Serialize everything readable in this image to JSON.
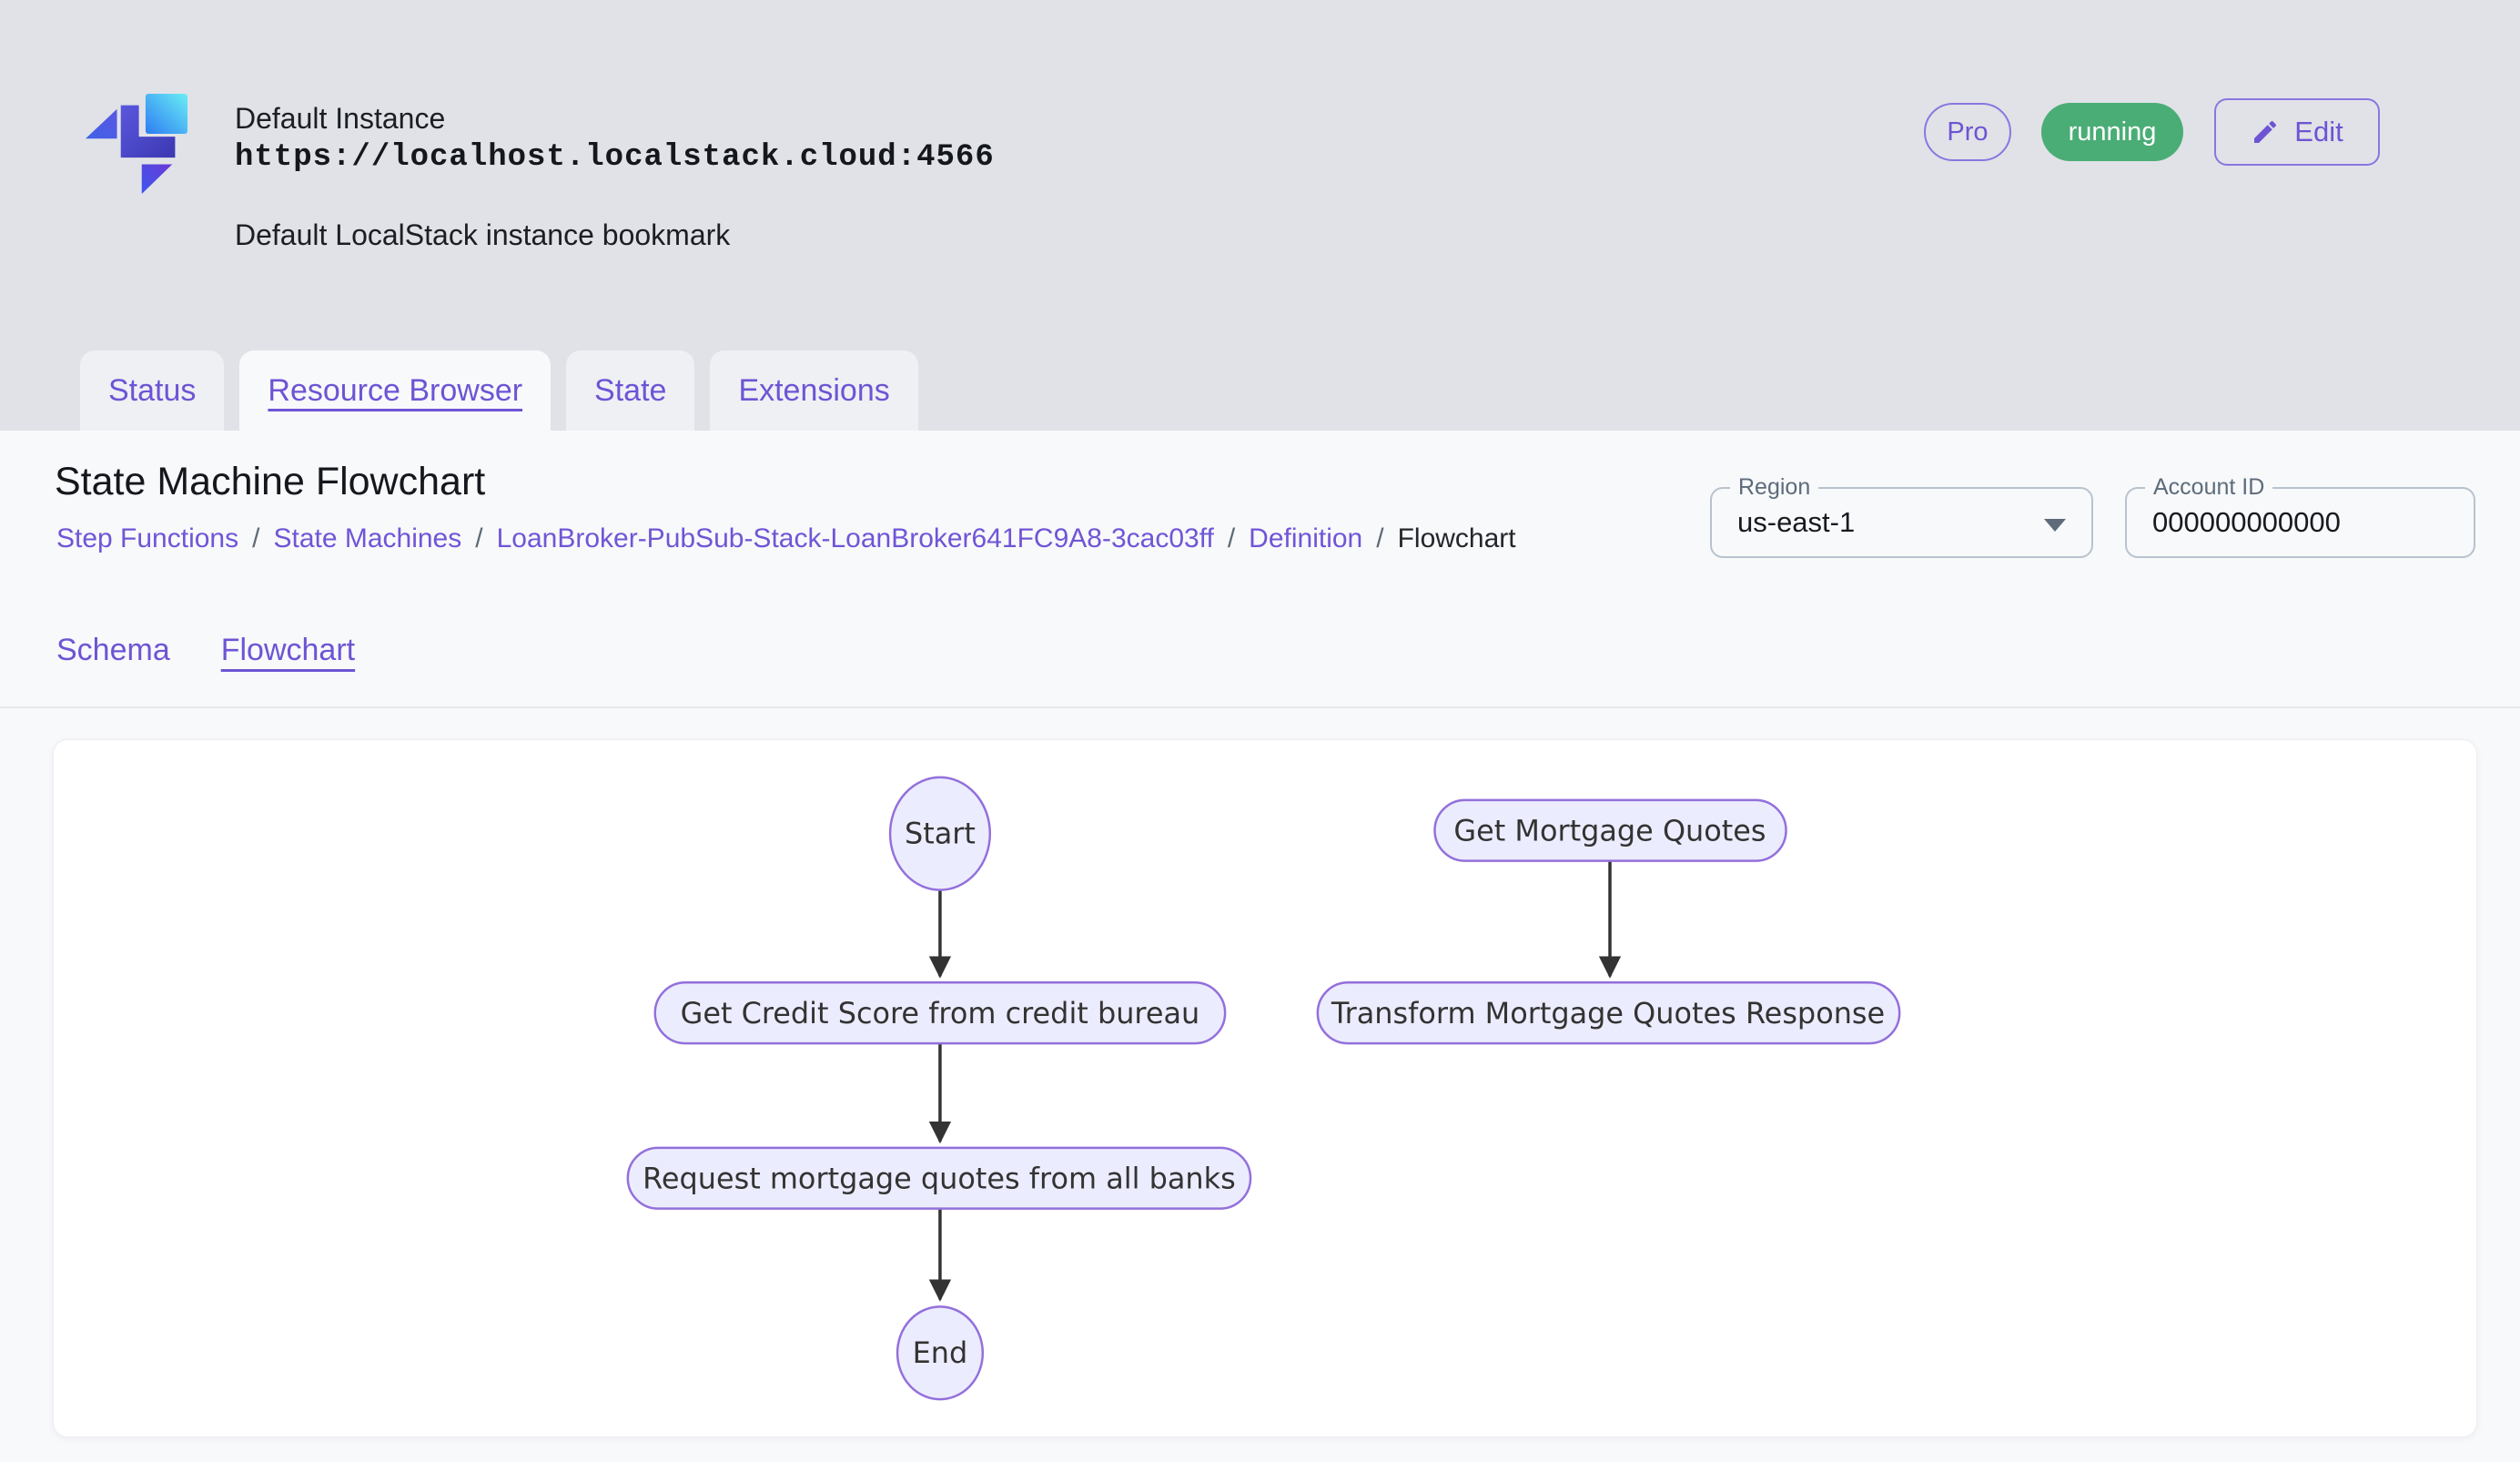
{
  "colors": {
    "accent_purple": "#6e54d4",
    "status_green": "#4aad76",
    "header_background": "#e0e2e7",
    "panel_background": "#f7f9fb",
    "node_fill": "#ececff",
    "node_border": "#9370db",
    "edge_color": "#333333"
  },
  "instance": {
    "name": "Default Instance",
    "url": "https://localhost.localstack.cloud:4566",
    "description": "Default LocalStack instance bookmark",
    "pro_badge": "Pro",
    "status": "running",
    "edit_button": "Edit"
  },
  "tabs": {
    "items": [
      "Status",
      "Resource Browser",
      "State",
      "Extensions"
    ],
    "active": "Resource Browser"
  },
  "page": {
    "title": "State Machine Flowchart",
    "breadcrumb": {
      "separator": "/",
      "items": [
        "Step Functions",
        "State Machines",
        "LoanBroker-PubSub-Stack-LoanBroker641FC9A8-3cac03ff",
        "Definition",
        "Flowchart"
      ]
    },
    "region_field": {
      "label": "Region",
      "value": "us-east-1"
    },
    "account_field": {
      "label": "Account ID",
      "value": "000000000000"
    },
    "subtabs": {
      "items": [
        "Schema",
        "Flowchart"
      ],
      "active": "Flowchart"
    }
  },
  "flowchart": {
    "nodes": [
      {
        "id": "start",
        "label": "Start",
        "shape": "ellipse"
      },
      {
        "id": "get-credit-score",
        "label": "Get Credit Score from credit bureau",
        "shape": "stadium"
      },
      {
        "id": "request-quotes",
        "label": "Request mortgage quotes from all banks",
        "shape": "stadium"
      },
      {
        "id": "end",
        "label": "End",
        "shape": "ellipse"
      },
      {
        "id": "get-mortgage-quotes",
        "label": "Get Mortgage Quotes",
        "shape": "stadium"
      },
      {
        "id": "transform-response",
        "label": "Transform Mortgage Quotes Response",
        "shape": "stadium"
      }
    ],
    "edges": [
      {
        "from": "start",
        "to": "get-credit-score"
      },
      {
        "from": "get-credit-score",
        "to": "request-quotes"
      },
      {
        "from": "request-quotes",
        "to": "end"
      },
      {
        "from": "get-mortgage-quotes",
        "to": "transform-response"
      }
    ]
  }
}
